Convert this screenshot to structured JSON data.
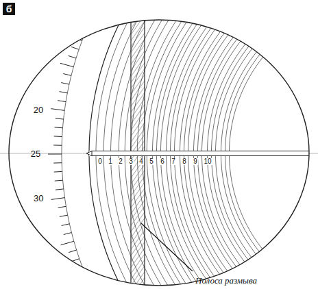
{
  "diagram": {
    "labels": [
      "б",
      "20",
      "25",
      "30",
      "0",
      "1",
      "2",
      "3",
      "4",
      "5",
      "6",
      "7",
      "8",
      "9",
      "10",
      "Полоса размыва"
    ]
  }
}
